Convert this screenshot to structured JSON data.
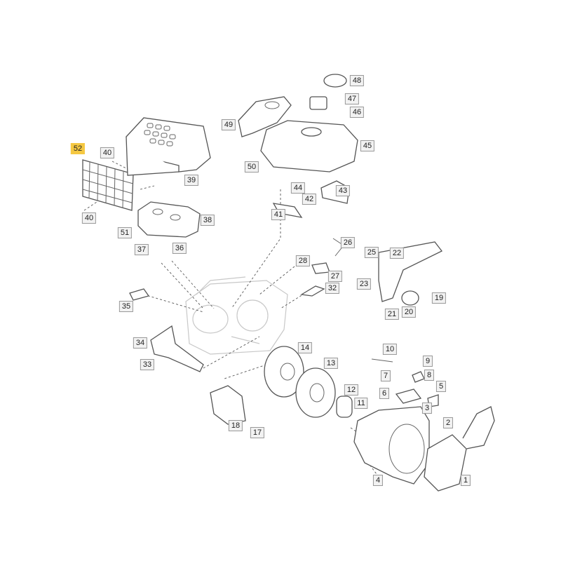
{
  "diagram": {
    "highlight_color": "#f5c842",
    "highlighted_part": "52",
    "part_labels": [
      "52",
      "40",
      "40",
      "39",
      "51",
      "38",
      "37",
      "36",
      "35",
      "34",
      "33",
      "18",
      "17",
      "14",
      "13",
      "12",
      "11",
      "10",
      "9",
      "8",
      "7",
      "6",
      "5",
      "4",
      "3",
      "2",
      "1",
      "19",
      "20",
      "21",
      "22",
      "23",
      "25",
      "26",
      "27",
      "28",
      "32",
      "41",
      "42",
      "43",
      "44",
      "45",
      "46",
      "47",
      "48",
      "49",
      "50"
    ]
  }
}
